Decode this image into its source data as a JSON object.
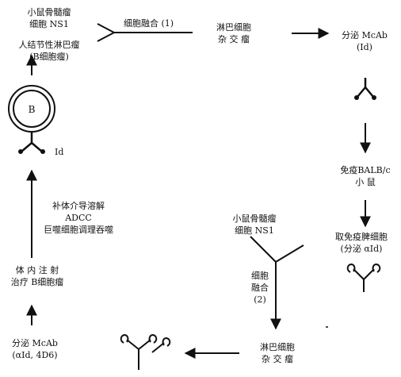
{
  "colors": {
    "ink": "#111111",
    "background": "#ffffff"
  },
  "nodes": {
    "myeloma_top": {
      "line1": "小鼠骨髓瘤",
      "line2": "细胞 NS1"
    },
    "lymphoma": {
      "line1": "人结节性淋巴瘤",
      "line2": "(B细胞瘤)"
    },
    "fusion_1_label": "细胞融合 (1)",
    "hybridoma_1": {
      "line1": "淋巴细胞",
      "line2": "杂 交 瘤"
    },
    "secrete_id": {
      "line1": "分泌 McAb",
      "line2": "(Id)"
    },
    "immunize": {
      "line1": "免疫BALB/c",
      "line2": "小   鼠"
    },
    "spleen": {
      "line1": "取免疫脾细胞",
      "line2": "(分泌 αId)"
    },
    "myeloma_mid": {
      "line1": "小鼠骨髓瘤",
      "line2": "细胞 NS1"
    },
    "fusion_2": {
      "line1": "细胞",
      "line2": "融合",
      "line3": "(2)"
    },
    "hybridoma_2": {
      "line1": "淋巴细胞",
      "line2": "杂 交 瘤"
    },
    "secrete_aid": {
      "line1": "分泌 McAb",
      "line2": "(αId, 4D6)"
    },
    "injection": {
      "line1": "体 内 注 射",
      "line2": "治疗 B细胞瘤"
    },
    "mechanism": {
      "line1": "补体介导溶解",
      "line2": "ADCC",
      "line3": "巨噬细胞调理吞噬"
    },
    "bcell_letter": "B",
    "bcell_id": "Id"
  }
}
